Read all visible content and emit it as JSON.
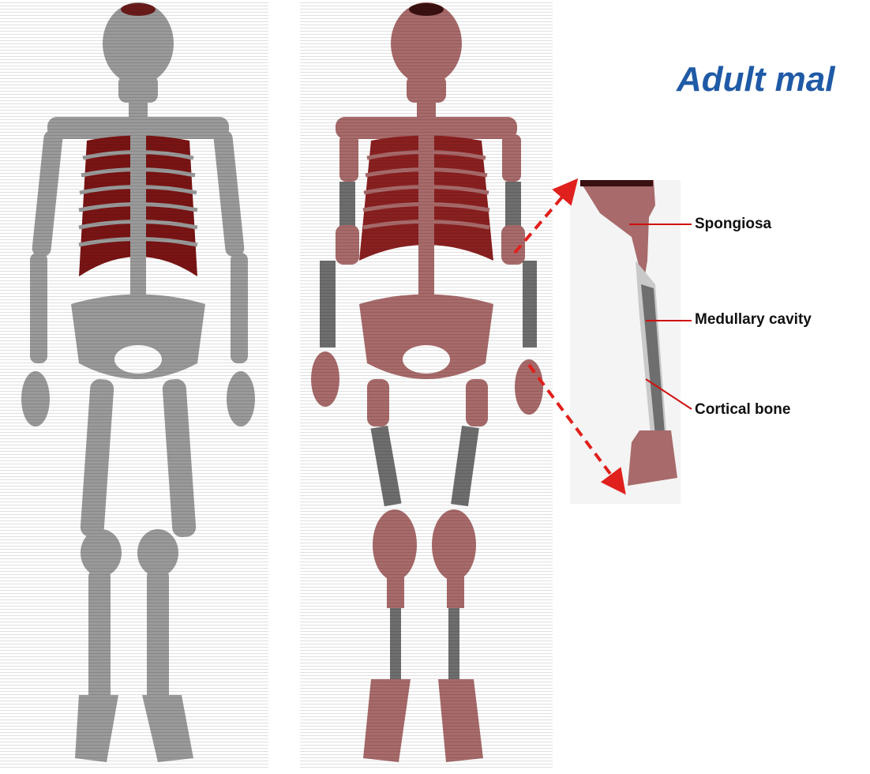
{
  "title": "Adult mal",
  "labels": {
    "spongiosa": "Spongiosa",
    "medullary": "Medullary cavity",
    "cortical": "Cortical bone"
  },
  "colors": {
    "bone_gray": "#9a9a9a",
    "rib_dark_red": "#7a1414",
    "bone_pink": "#a86a6a",
    "shaft_gray": "#6e6e6e",
    "arrow_red": "#e0201c",
    "leader_red": "#d01010",
    "title_blue": "#1f5aa6"
  }
}
